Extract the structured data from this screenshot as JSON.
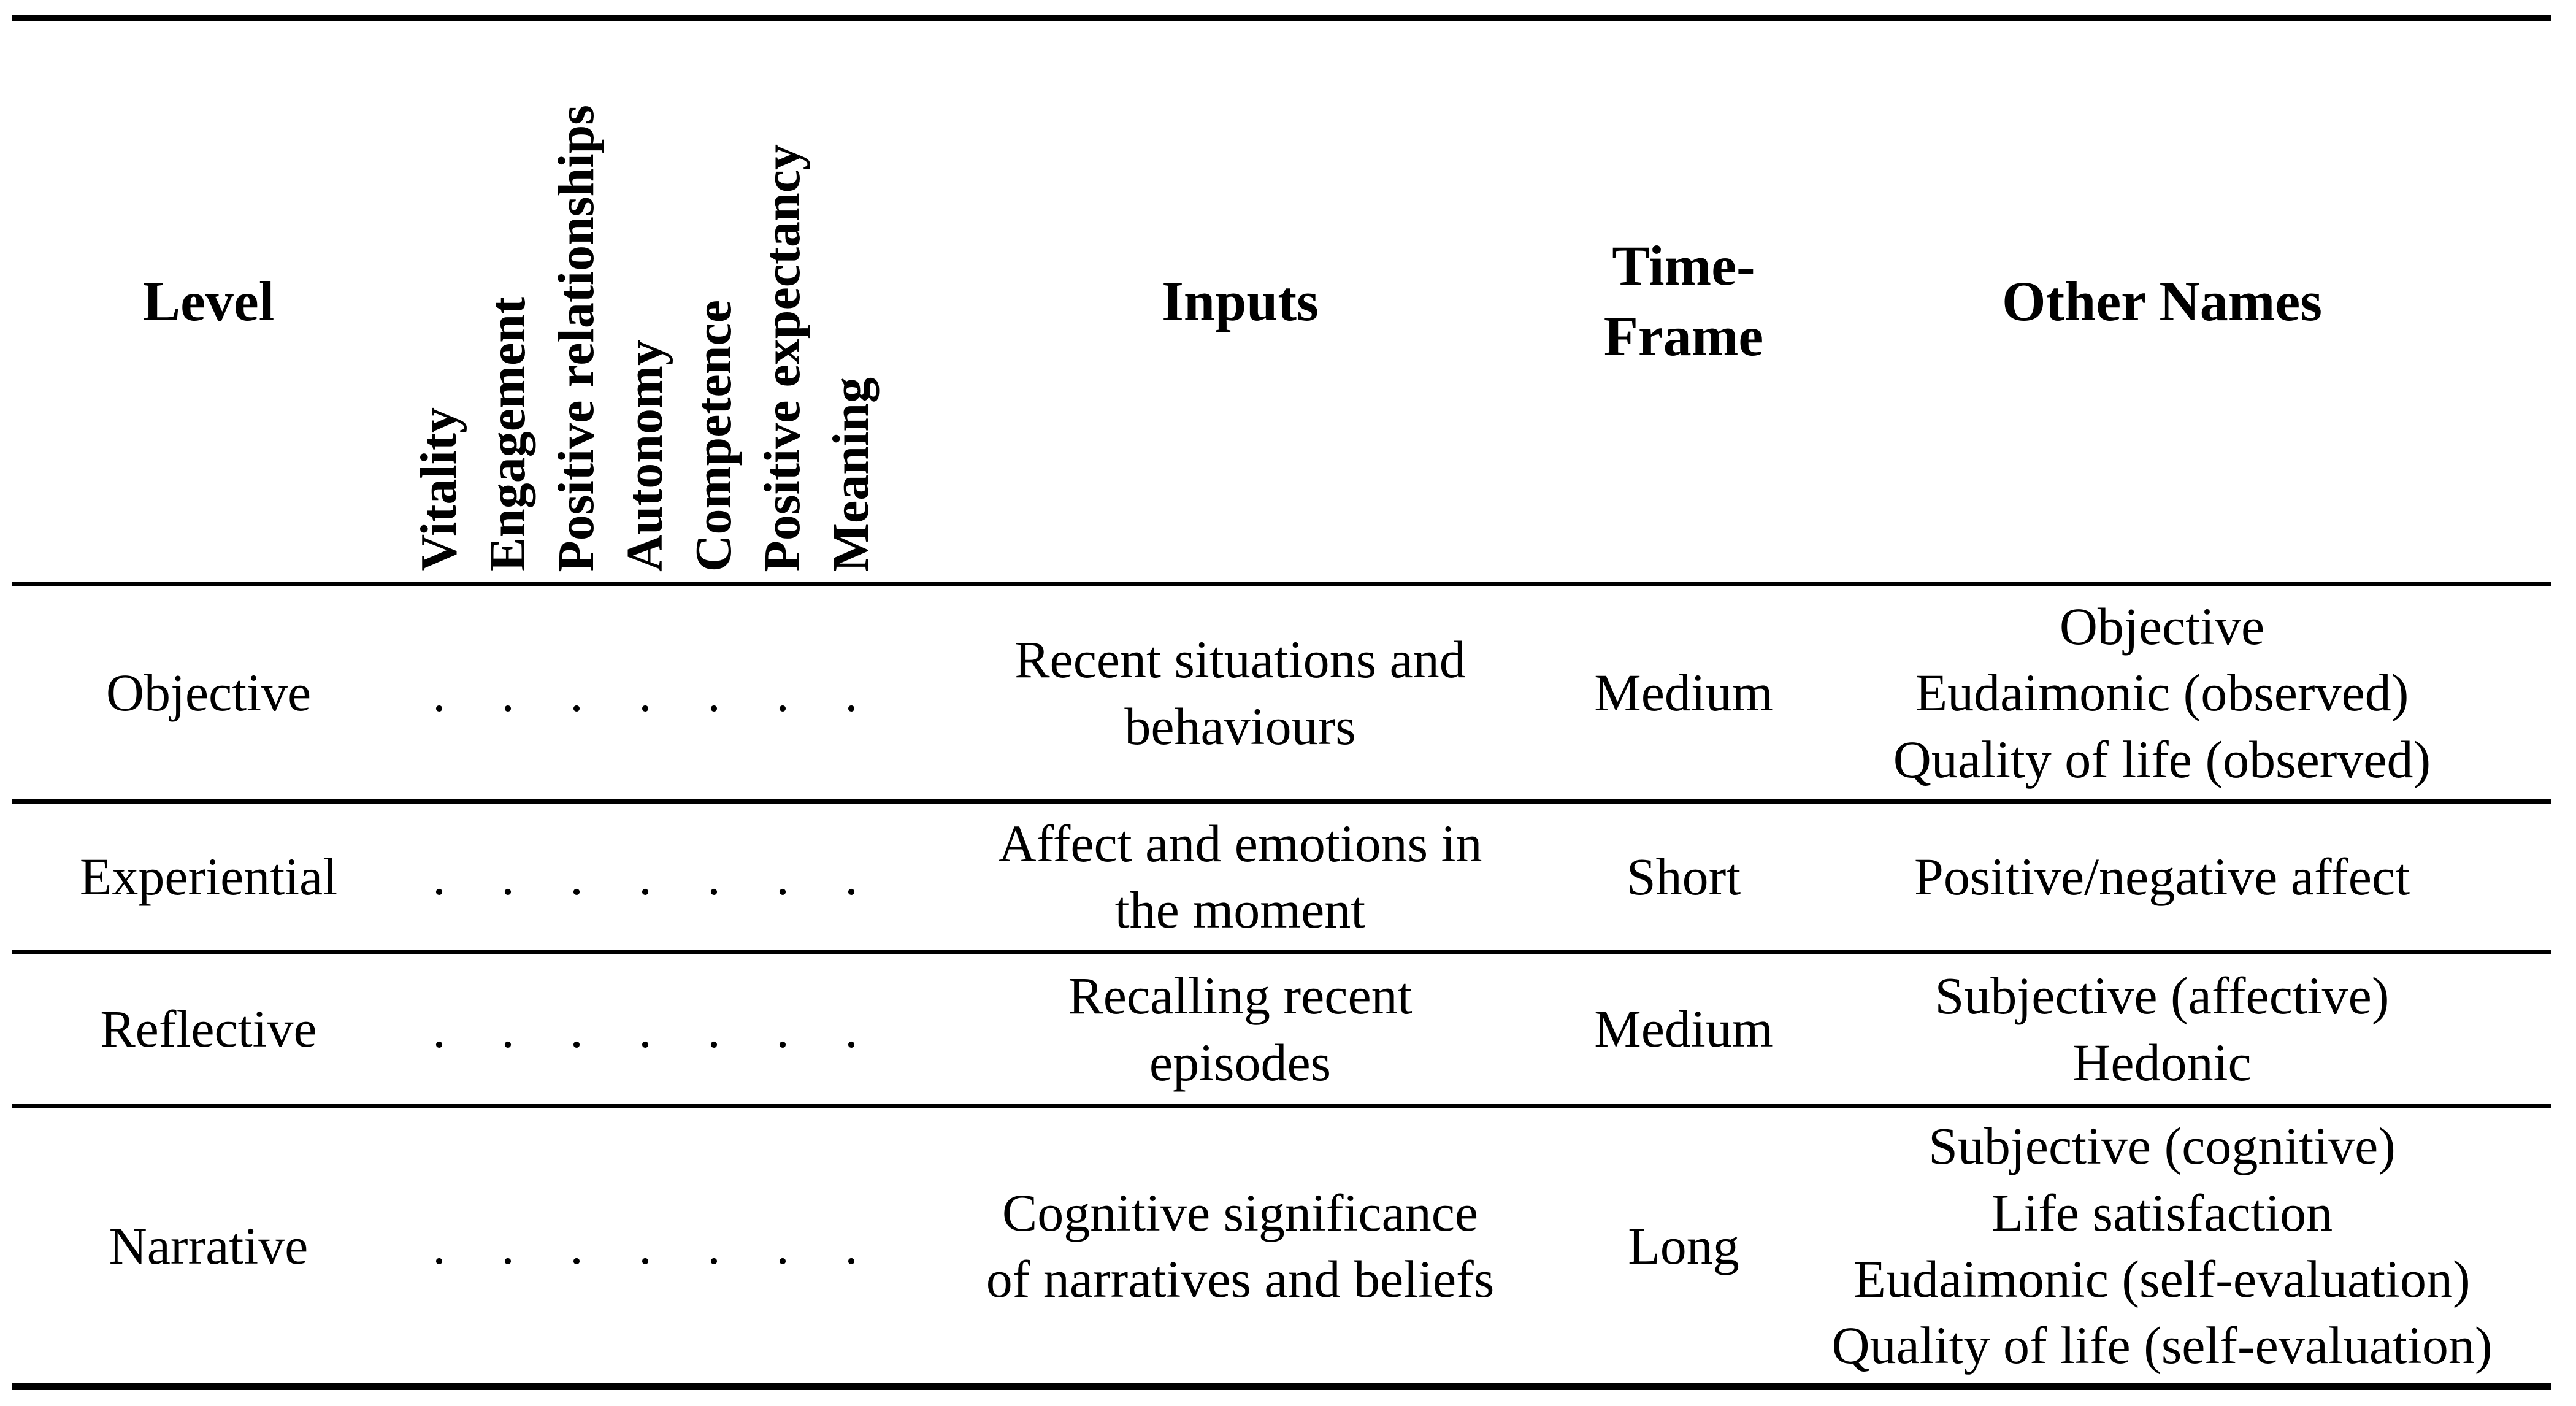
{
  "table": {
    "headers": {
      "level": "Level",
      "rotated": [
        "Vitality",
        "Engagement",
        "Positive relationships",
        "Autonomy",
        "Competence",
        "Positive expectancy",
        "Meaning"
      ],
      "inputs": "Inputs",
      "timeframe": [
        "Time-",
        "Frame"
      ],
      "other_names": "Other Names"
    },
    "dot": ".",
    "rows": [
      {
        "level": "Objective",
        "inputs": [
          "Recent situations and",
          "behaviours"
        ],
        "timeframe": "Medium",
        "other_names": [
          "Objective",
          "Eudaimonic (observed)",
          "Quality of life (observed)"
        ]
      },
      {
        "level": "Experiential",
        "inputs": [
          "Affect and emotions in",
          "the moment"
        ],
        "timeframe": "Short",
        "other_names": [
          "Positive/negative affect"
        ]
      },
      {
        "level": "Reflective",
        "inputs": [
          "Recalling recent",
          "episodes"
        ],
        "timeframe": "Medium",
        "other_names": [
          "Subjective (affective)",
          "Hedonic"
        ]
      },
      {
        "level": "Narrative",
        "inputs": [
          "Cognitive significance",
          "of narratives and beliefs"
        ],
        "timeframe": "Long",
        "other_names": [
          "Subjective (cognitive)",
          "Life satisfaction",
          "Eudaimonic (self-evaluation)",
          "Quality of life (self-evaluation)"
        ]
      }
    ],
    "colors": {
      "text": "#000000",
      "background": "#ffffff",
      "rules": "#000000"
    }
  }
}
